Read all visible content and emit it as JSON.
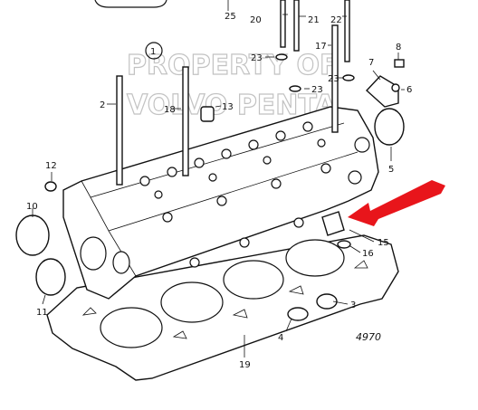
{
  "watermark": {
    "line1": "PROPERTY OF",
    "line2": "VOLVO PENTA"
  },
  "diagram_code": "4970",
  "circled_label": "1",
  "part_labels": {
    "l2": "2",
    "l3": "3",
    "l4": "4",
    "l5": "5",
    "l6": "6",
    "l7": "7",
    "l8": "8",
    "l10": "10",
    "l11": "11",
    "l12": "12",
    "l13": "13",
    "l15": "15",
    "l16": "16",
    "l17": "17",
    "l18": "18",
    "l19": "19",
    "l20": "20",
    "l21": "21",
    "l22": "22",
    "l23a": "23",
    "l23b": "23",
    "l23c": "23",
    "l25": "25"
  },
  "colors": {
    "arrow": "#e8151b",
    "line": "#111111",
    "watermark": "#b8b8b8"
  }
}
